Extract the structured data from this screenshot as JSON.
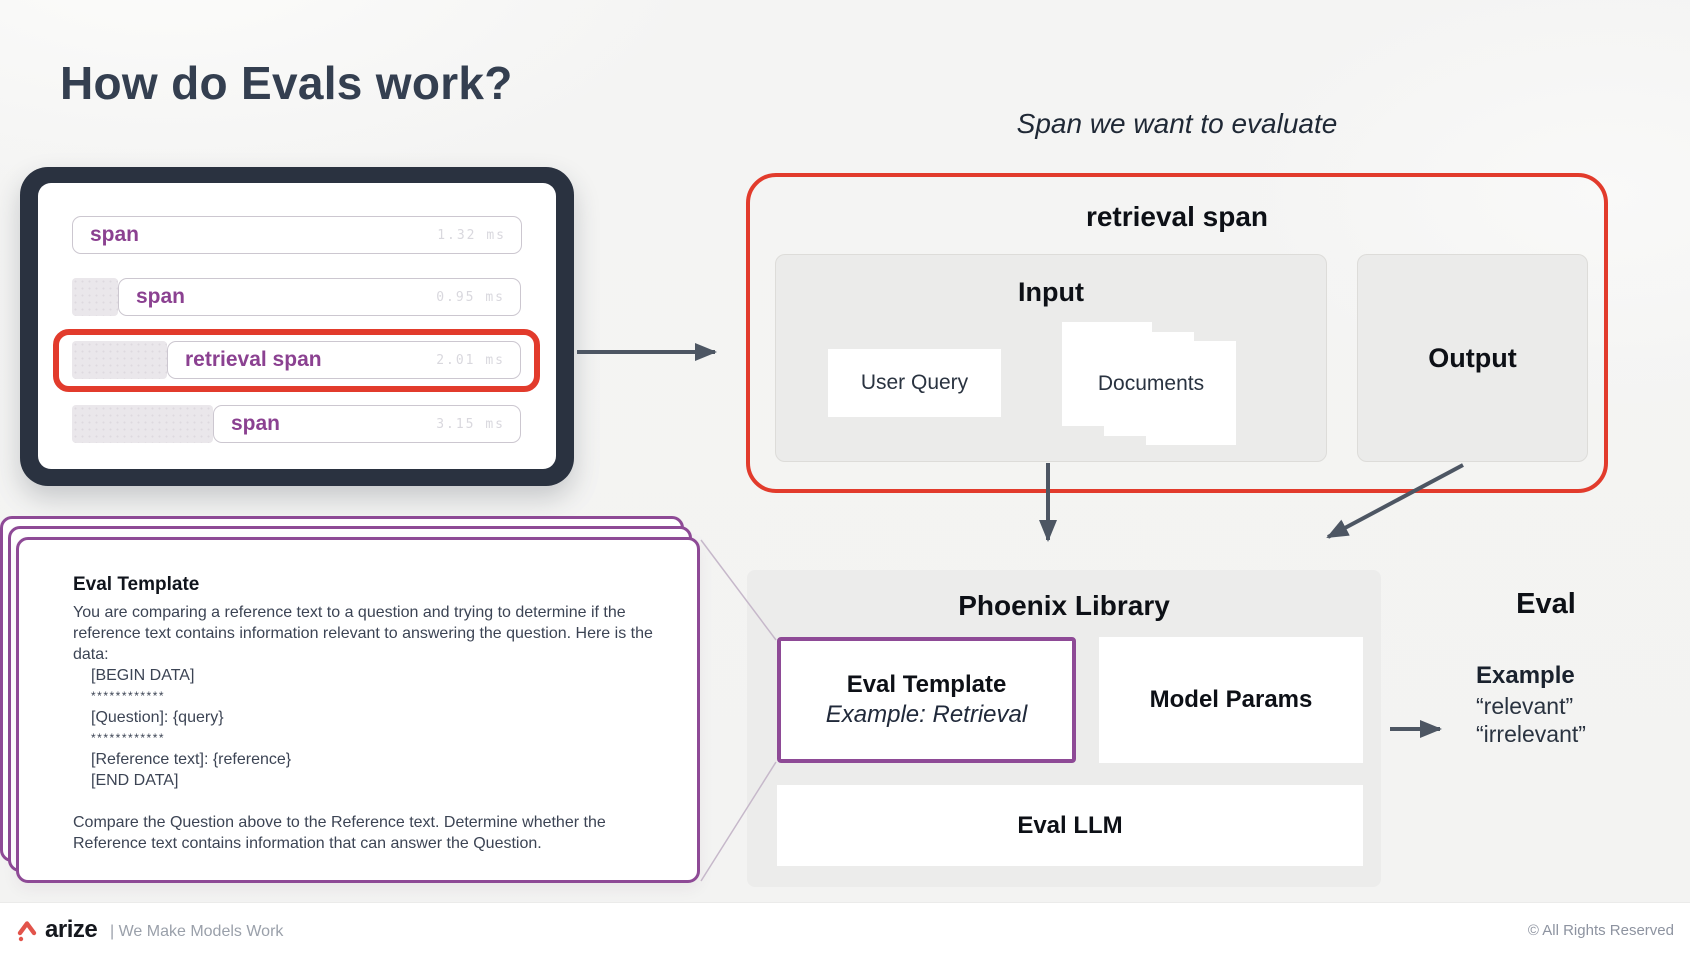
{
  "title": "How do Evals work?",
  "caption": "Span we want to evaluate",
  "trace_panel": {
    "rows": [
      {
        "label": "span",
        "duration": "1.32 ms"
      },
      {
        "label": "span",
        "duration": "0.95 ms"
      },
      {
        "label": "retrieval span",
        "duration": "2.01 ms"
      },
      {
        "label": "span",
        "duration": "3.15 ms"
      }
    ]
  },
  "retrieval_callout": {
    "title": "retrieval span",
    "input_title": "Input",
    "user_query": "User Query",
    "documents": "Documents",
    "output_title": "Output"
  },
  "phoenix": {
    "title": "Phoenix Library",
    "eval_template_title": "Eval Template",
    "eval_template_subtitle": "Example: Retrieval",
    "model_params": "Model Params",
    "eval_llm": "Eval LLM"
  },
  "eval_result": {
    "title": "Eval",
    "example_label": "Example",
    "value1": "“relevant”",
    "value2": "“irrelevant”"
  },
  "template_card": {
    "title": "Eval Template",
    "lines": [
      "You are comparing a reference text to a question and trying to determine if the reference text contains information relevant to answering the question. Here is the data:",
      "[BEGIN DATA]",
      "************",
      "[Question]: {query}",
      "************",
      "[Reference text]: {reference}",
      "[END DATA]",
      "Compare the Question above to the Reference text. Determine whether the Reference text contains information that can answer the Question."
    ]
  },
  "footer": {
    "brand": "arize",
    "tagline": "| We Make Models Work",
    "copyright": "© All Rights Reserved"
  },
  "colors": {
    "accent_red": "#e23b2c",
    "accent_purple": "#8e4a96",
    "span_purple": "#8b4191",
    "arrow_slate": "#4d5663",
    "frame_navy": "#2a3240"
  }
}
